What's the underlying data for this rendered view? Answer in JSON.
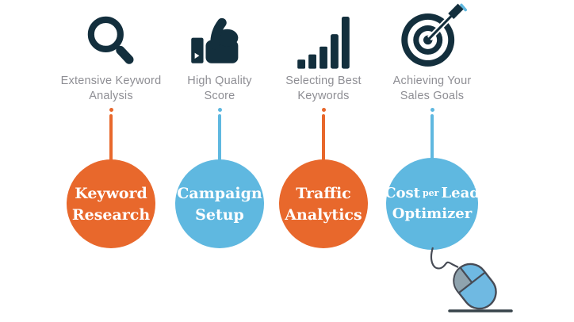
{
  "title": "PPC marketing process infographic",
  "colors": {
    "orange": "#E8682C",
    "blue": "#5FB8E0",
    "icon_navy": "#132F3D",
    "label_gray": "#85858B",
    "circle_text": "#FFFFFF",
    "mouse_body": "#6FB9E2",
    "mouse_button": "#8FA3AE",
    "mouse_outline": "#474B55",
    "mouse_shadow": "#233038"
  },
  "columns": [
    {
      "icon": "search-icon",
      "label_line1": "Extensive Keyword",
      "label_line2": "Analysis",
      "accent": "#E8682C",
      "circle": {
        "pre": "Keyword",
        "small": "",
        "post": "",
        "line2": "Research"
      }
    },
    {
      "icon": "thumbs-up-icon",
      "label_line1": "High Quality",
      "label_line2": "Score",
      "accent": "#5FB8E0",
      "circle": {
        "pre": "Campaign",
        "small": "",
        "post": "",
        "line2": "Setup"
      }
    },
    {
      "icon": "bar-chart-icon",
      "label_line1": "Selecting Best",
      "label_line2": "Keywords",
      "accent": "#E8682C",
      "circle": {
        "pre": "Traffic",
        "small": "",
        "post": "",
        "line2": "Analytics"
      }
    },
    {
      "icon": "target-icon",
      "label_line1": "Achieving Your",
      "label_line2": "Sales Goals",
      "accent": "#5FB8E0",
      "circle": {
        "pre": "Cost",
        "small": "per",
        "post": "Lead",
        "line2": "Optimizer"
      }
    }
  ],
  "decorations": {
    "mouse_icon": "mouse-icon"
  }
}
